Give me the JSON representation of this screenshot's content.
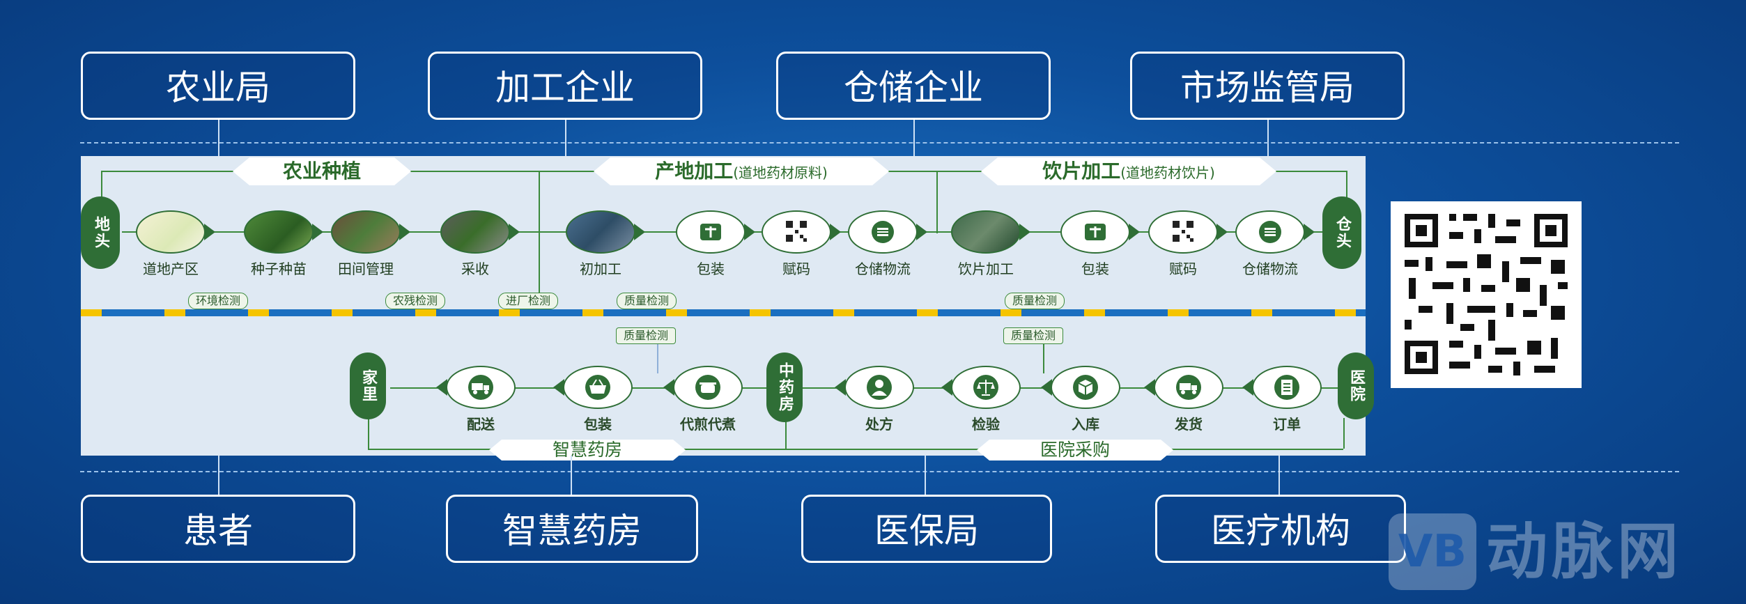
{
  "top_boxes": [
    "农业局",
    "加工企业",
    "仓储企业",
    "市场监管局"
  ],
  "bottom_boxes": [
    "患者",
    "智慧药房",
    "医保局",
    "医疗机构"
  ],
  "upper": {
    "banners": {
      "b1": "农业种植",
      "b2_main": "产地加工",
      "b2_sub": "(道地药材原料)",
      "b3_main": "饮片加工",
      "b3_sub": "(道地药材饮片)"
    },
    "start_cap": "地头",
    "end_cap": "仓头",
    "nodes": [
      {
        "label": "道地产区",
        "icon": "map-photo"
      },
      {
        "label": "种子种苗",
        "icon": "seedling-photo"
      },
      {
        "label": "田间管理",
        "icon": "field-photo"
      },
      {
        "label": "采收",
        "icon": "harvest-photo"
      },
      {
        "label": "初加工",
        "icon": "factory-photo"
      },
      {
        "label": "包装",
        "icon": "box-icon"
      },
      {
        "label": "赋码",
        "icon": "qrcode-icon"
      },
      {
        "label": "仓储物流",
        "icon": "warehouse-icon"
      },
      {
        "label": "饮片加工",
        "icon": "machine-photo"
      },
      {
        "label": "包装",
        "icon": "box-icon"
      },
      {
        "label": "赋码",
        "icon": "qrcode-icon"
      },
      {
        "label": "仓储物流",
        "icon": "warehouse-icon"
      }
    ],
    "tags": [
      "环境检测",
      "农残检测",
      "进厂检测",
      "质量检测",
      "质量检测"
    ]
  },
  "lower": {
    "start_cap": "家里",
    "mid_cap": "中药房",
    "end_cap": "医院",
    "nodes": [
      {
        "label": "配送",
        "icon": "truck-icon"
      },
      {
        "label": "包装",
        "icon": "basket-icon"
      },
      {
        "label": "代煎代煮",
        "icon": "pot-icon"
      },
      {
        "label": "处方",
        "icon": "doctor-icon"
      },
      {
        "label": "检验",
        "icon": "scale-icon"
      },
      {
        "label": "入库",
        "icon": "box3d-icon"
      },
      {
        "label": "发货",
        "icon": "truck-icon"
      },
      {
        "label": "订单",
        "icon": "document-icon"
      }
    ],
    "tags": [
      "质量检测",
      "质量检测"
    ],
    "banners": [
      "智慧药房",
      "医院采购"
    ]
  },
  "watermark": {
    "logo": "VB",
    "text": "动脉网"
  },
  "colors": {
    "background": "#0d4f9c",
    "panel": "#dfe9f3",
    "accent_green": "#2f6e36"
  }
}
